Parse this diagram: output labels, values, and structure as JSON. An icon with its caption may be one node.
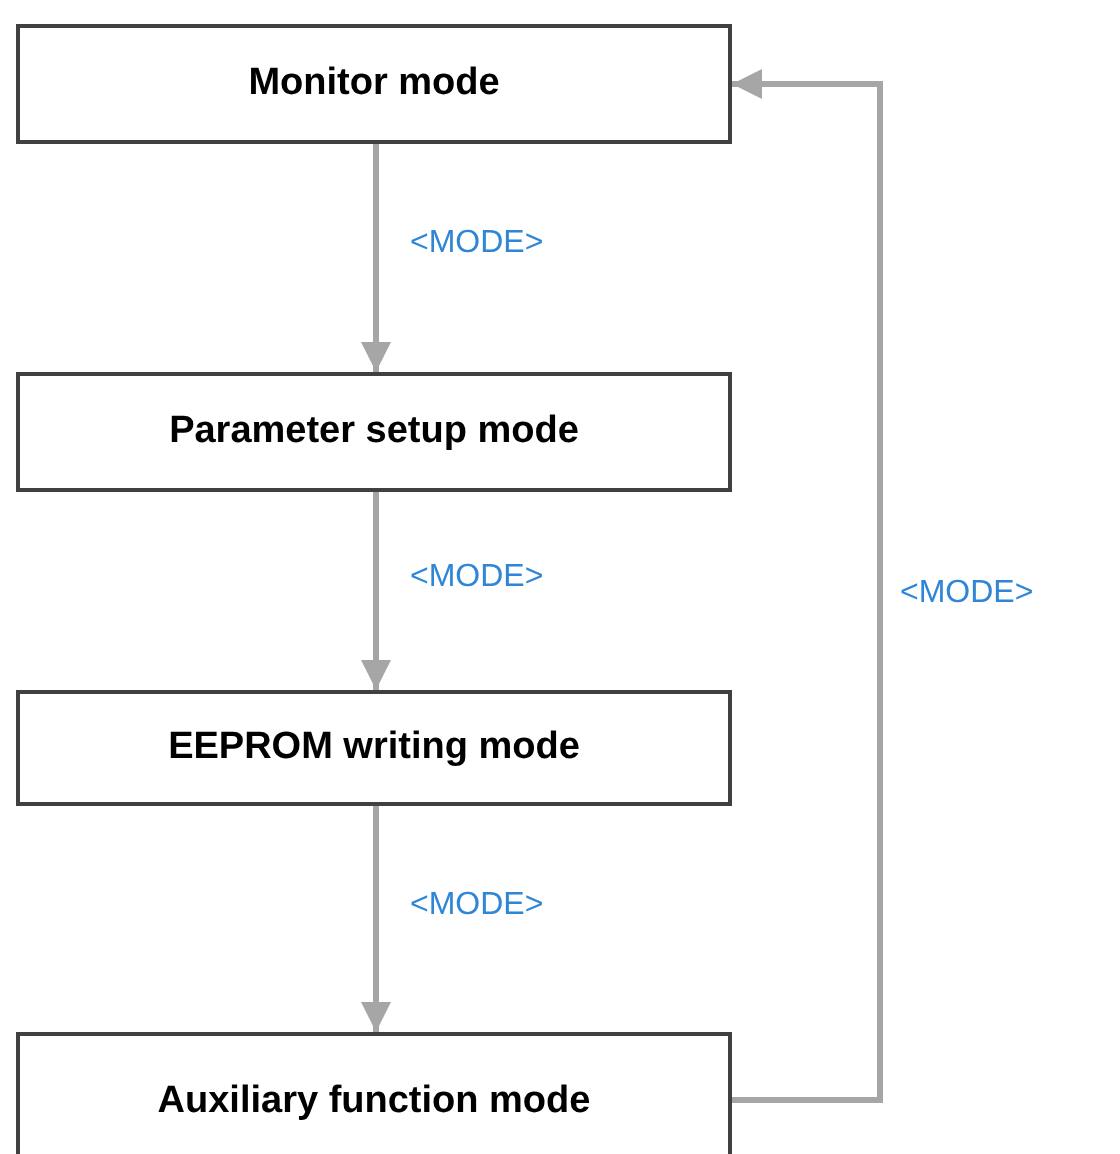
{
  "diagram": {
    "nodes": [
      {
        "text": [
          "Monitor mode"
        ]
      },
      {
        "text": [
          "Parameter setup mode"
        ]
      },
      {
        "text": [
          "EEPROM writing mode"
        ]
      },
      {
        "text": [
          "Auxiliary function mode"
        ]
      }
    ],
    "edges": [
      {
        "from": 0,
        "to": 1,
        "arrow": "to",
        "label": "<MODE>"
      },
      {
        "from": 1,
        "to": 2,
        "arrow": "to",
        "label": "<MODE>"
      },
      {
        "from": 2,
        "to": 3,
        "arrow": "to",
        "label": "<MODE>"
      },
      {
        "from": 3,
        "to": 0,
        "arrow": "to",
        "label": "<MODE>"
      }
    ]
  }
}
